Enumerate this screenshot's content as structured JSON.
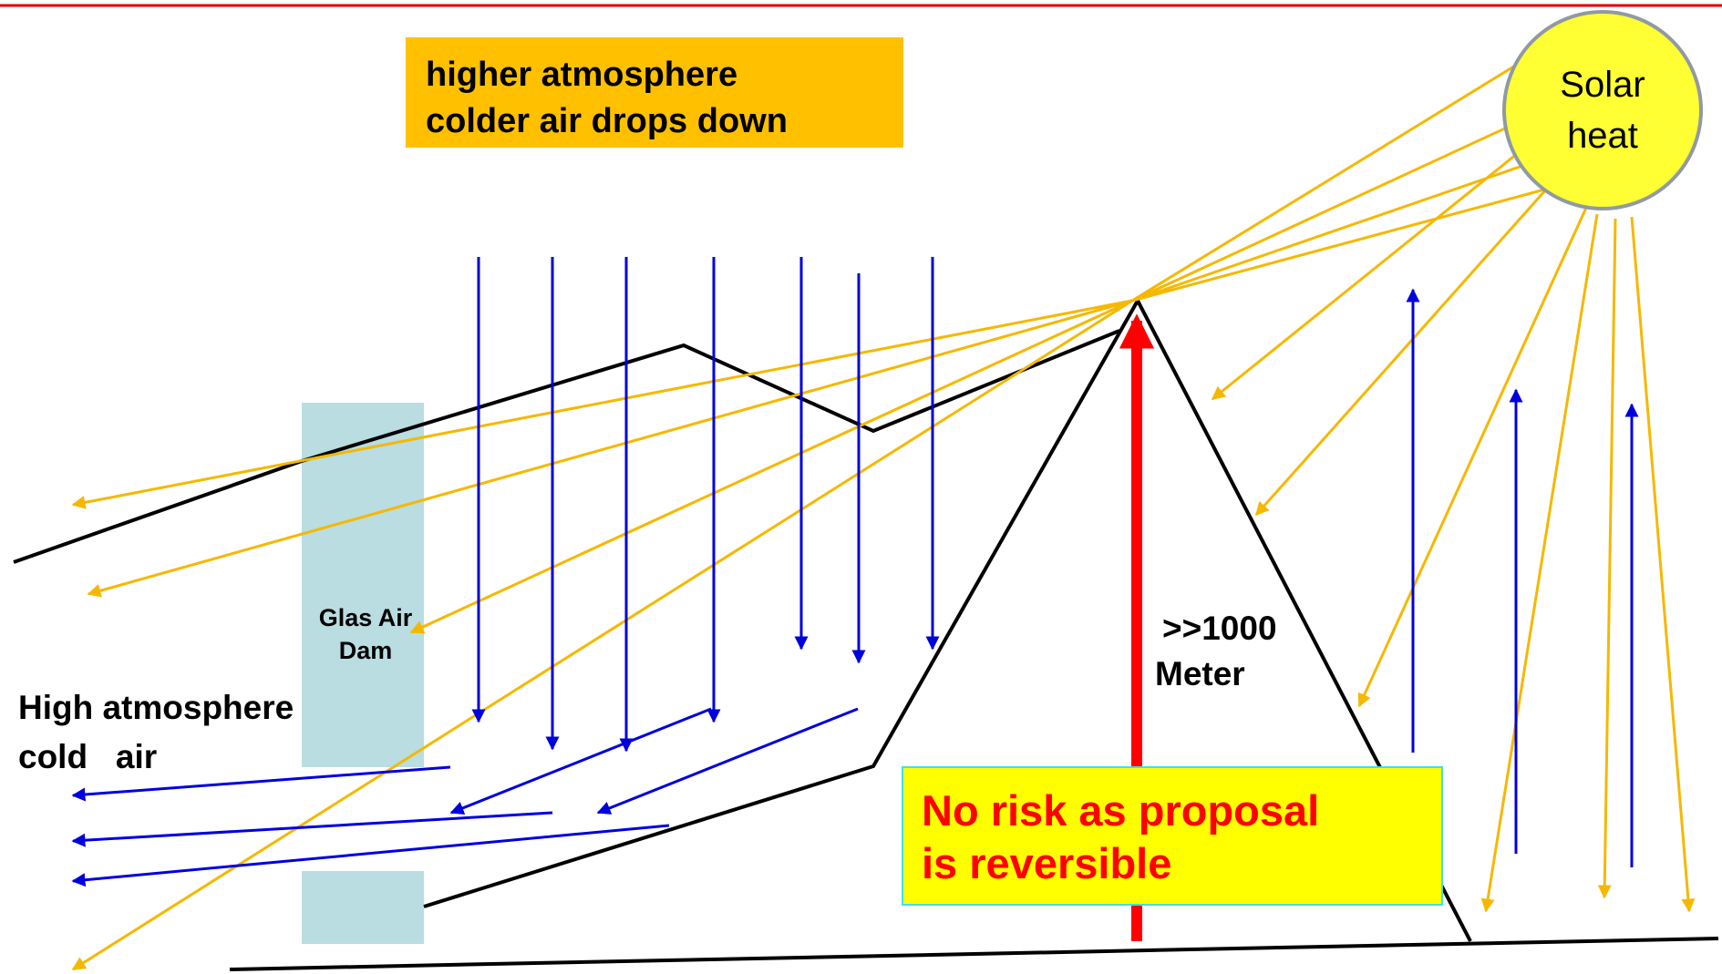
{
  "header_text": {
    "line1": "higher atmosphere",
    "line2": "colder air drops down"
  },
  "sun": {
    "line1": "Solar",
    "line2": "heat"
  },
  "dam_label": {
    "line1": "Glas Air",
    "line2": "Dam"
  },
  "height_label": {
    "line1": ">>1000",
    "line2": "Meter"
  },
  "cold_air_label": {
    "line1": "High atmosphere",
    "line2": "cold   air"
  },
  "risk_note": {
    "line1": "No risk as proposal",
    "line2": "is reversible"
  },
  "colors": {
    "top_rule": "#e00000",
    "header_box": "#ffc000",
    "sun_fill": "#ffff33",
    "sun_border": "#8f9aa3",
    "glass_dam": "#b9dde1",
    "sun_rays": "#f5b800",
    "air_flow": "#0000dd",
    "rising_air_arrow": "#ff0000",
    "risk_box": "#ffff00",
    "risk_text": "#ff0000",
    "terrain": "#000000"
  }
}
